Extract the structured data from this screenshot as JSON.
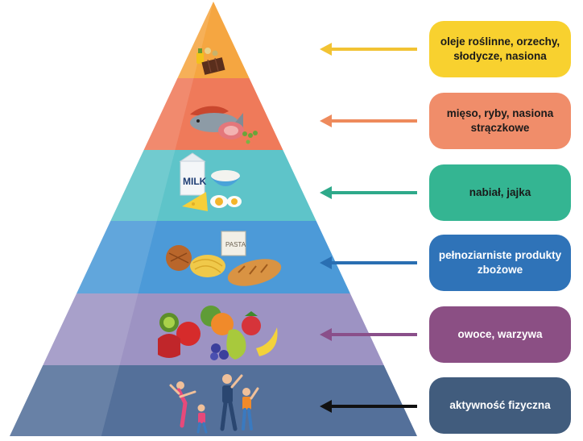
{
  "levels": [
    {
      "label": "oleje roślinne, orzechy, słodycze, nasiona",
      "color": "#f5a641",
      "arrow_color": "#f2c333",
      "box_color": "#f8d12f",
      "text_color": "#1a1a1a",
      "icon": "oil-nuts-sweets-icon"
    },
    {
      "label": "mięso, ryby, nasiona strączkowe",
      "color": "#ef7a5a",
      "arrow_color": "#ee8a5c",
      "box_color": "#f08d6a",
      "text_color": "#1a1a1a",
      "icon": "meat-fish-legumes-icon"
    },
    {
      "label": "nabiał, jajka",
      "color": "#5ec4c9",
      "arrow_color": "#2ea98a",
      "box_color": "#34b592",
      "text_color": "#1a1a1a",
      "icon": "dairy-eggs-icon"
    },
    {
      "label": "pełnoziarniste produkty zbożowe",
      "color": "#4c9ad8",
      "arrow_color": "#2a6fb2",
      "box_color": "#2f73b8",
      "text_color": "#ffffff",
      "icon": "whole-grains-icon"
    },
    {
      "label": "owoce, warzywa",
      "color": "#9d93c3",
      "arrow_color": "#8a4f8a",
      "box_color": "#8b4f84",
      "text_color": "#ffffff",
      "icon": "fruit-vegetables-icon"
    },
    {
      "label": "aktywność fizyczna",
      "color": "#54709a",
      "arrow_color": "#111111",
      "box_color": "#415c7d",
      "text_color": "#ffffff",
      "icon": "physical-activity-icon"
    }
  ]
}
